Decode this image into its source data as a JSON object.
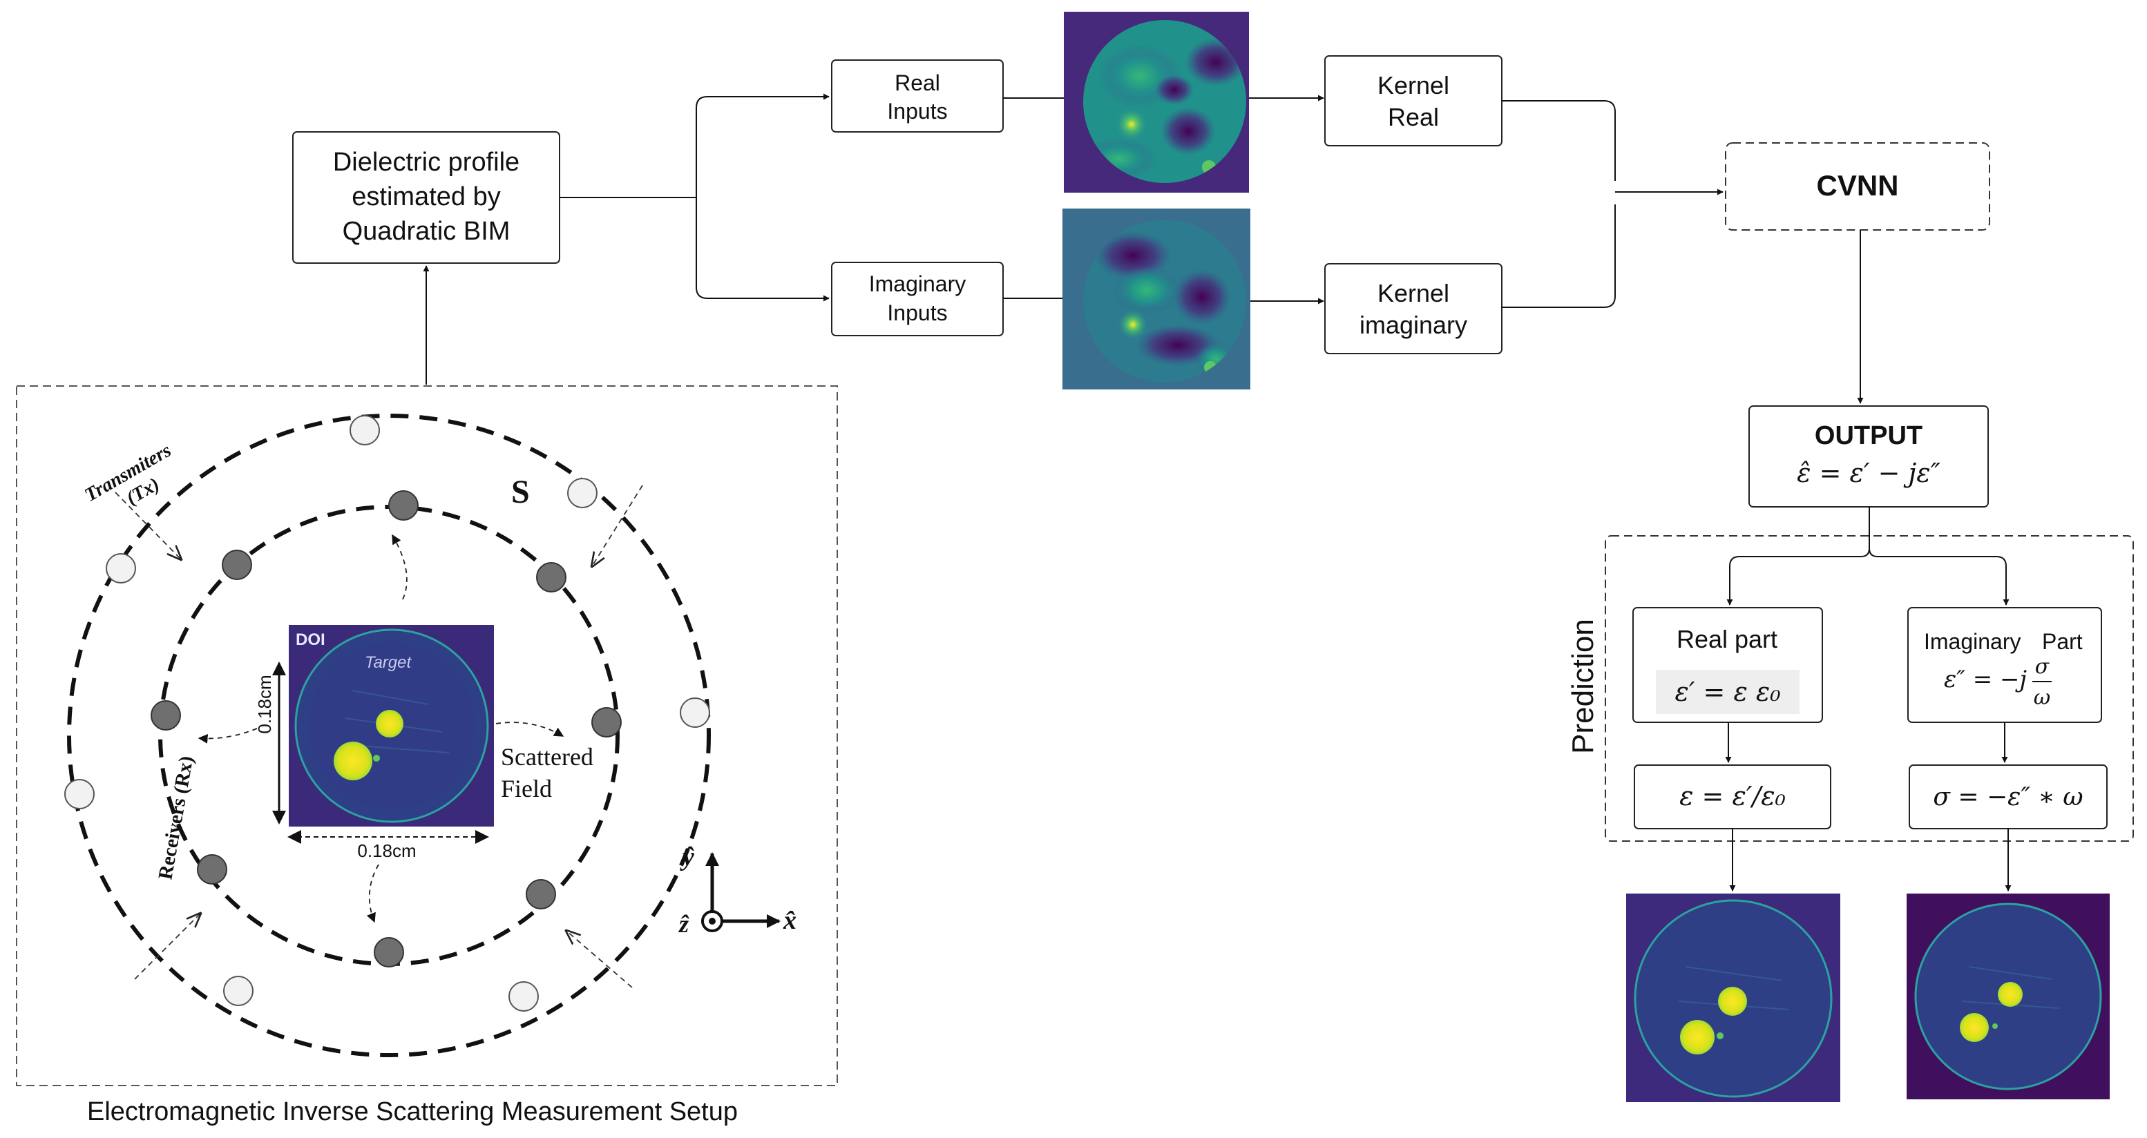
{
  "measurement": {
    "caption": "Electromagnetic Inverse Scattering Measurement Setup",
    "transmitters_label_line1": "Transmiters",
    "transmitters_label_line2": "(Tx)",
    "receivers_label": "Receivers (Rx)",
    "surface_label": "S",
    "doi_label": "DOI",
    "target_label": "Target",
    "dim_vertical": "0.18cm",
    "dim_horizontal": "0.18cm",
    "scattered_line1": "Scattered",
    "scattered_line2": "Field",
    "axis_y": "ŷ",
    "axis_x": "x̂",
    "axis_z": "ẑ"
  },
  "estimate_box": {
    "line1": "Dielectric profile",
    "line2": "estimated by",
    "line3": "Quadratic BIM"
  },
  "inputs": {
    "real_line1": "Real",
    "real_line2": "Inputs",
    "imag_line1": "Imaginary",
    "imag_line2": "Inputs"
  },
  "kernels": {
    "real_line1": "Kernel",
    "real_line2": "Real",
    "imag_line1": "Kernel",
    "imag_line2": "imaginary"
  },
  "cvnn": {
    "label": "CVNN"
  },
  "output": {
    "label": "OUTPUT",
    "formula": "ε̂ = ε′ − jε″"
  },
  "prediction": {
    "side_label": "Prediction",
    "real_title": "Real part",
    "real_formula": "ε′ = ε ε₀",
    "imag_title_1": "Imaginary",
    "imag_title_2": "Part",
    "imag_formula_lhs": "ε″ = −j",
    "imag_formula_num": "σ",
    "imag_formula_den": "ω",
    "eps_formula": "ε = ε′/ε₀",
    "sigma_formula": "σ = −ε″ ∗ ω"
  },
  "colors": {
    "viridis_dark": "#440154",
    "viridis_mid": "#31688e",
    "viridis_teal": "#21918c",
    "viridis_green": "#35b779",
    "viridis_yellow": "#fde725",
    "tx_fill": "#f2f2f2",
    "rx_fill": "#6f6f6f"
  }
}
